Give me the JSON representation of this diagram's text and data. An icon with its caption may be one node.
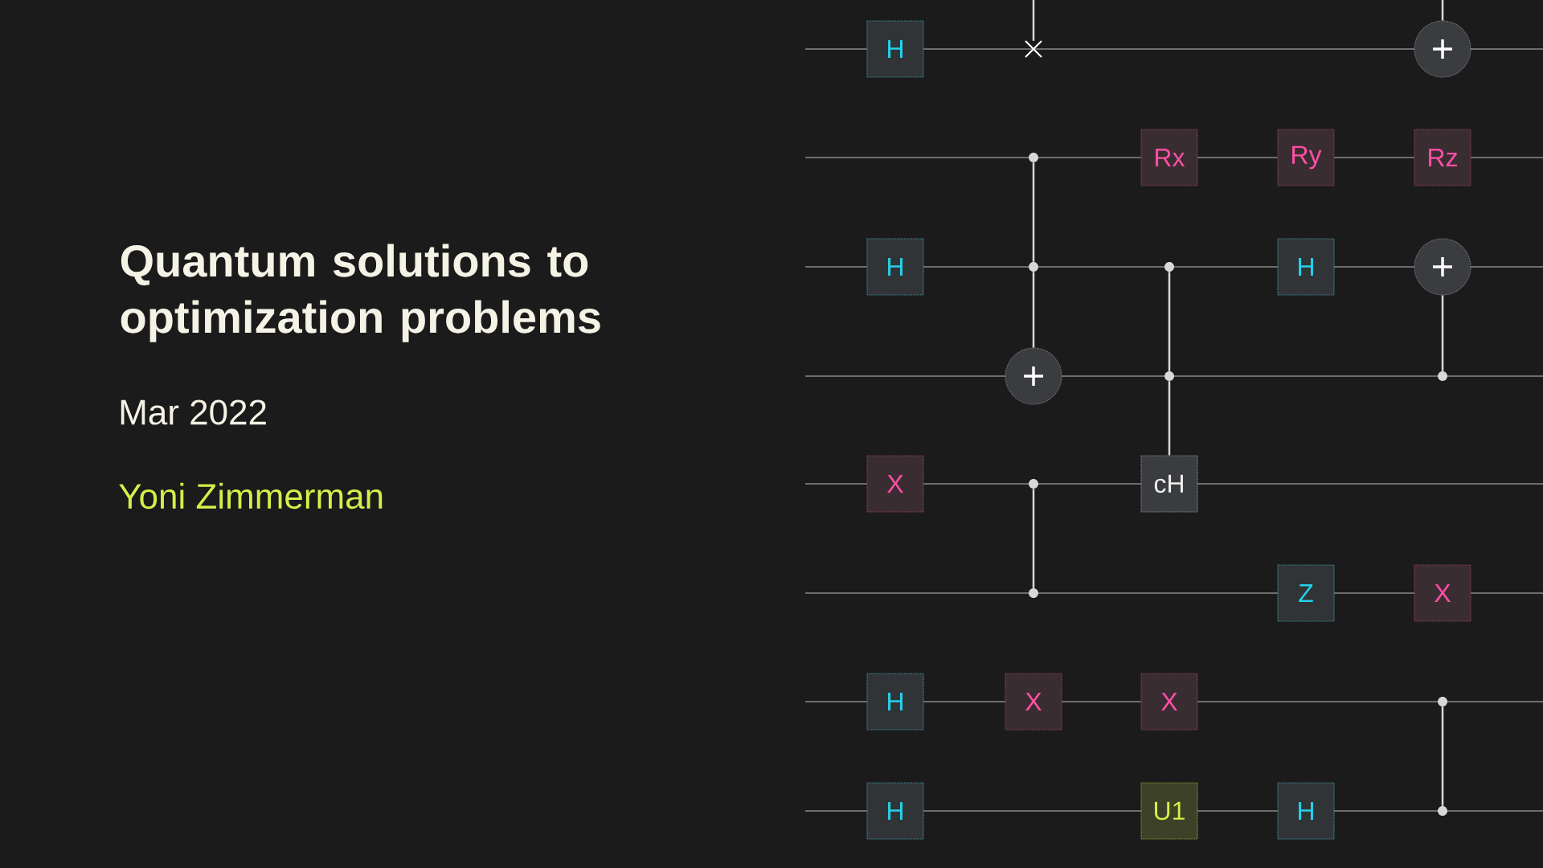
{
  "diagram": {
    "title": "Quantum solutions to optimization problems",
    "nodes": [
      {
        "text": [
          "H"
        ]
      },
      {
        "text": [],
        "shape": "cross"
      },
      {
        "text": [],
        "shape": "circle"
      },
      {
        "text": [],
        "shape": "dot"
      },
      {
        "text": [
          "Rx"
        ]
      },
      {
        "text": [
          "Ry"
        ]
      },
      {
        "text": [
          "Rz"
        ]
      },
      {
        "text": [
          "H"
        ]
      },
      {
        "text": [],
        "shape": "dot"
      },
      {
        "text": [],
        "shape": "dot"
      },
      {
        "text": [
          "H"
        ]
      },
      {
        "text": [],
        "shape": "circle"
      },
      {
        "text": [],
        "shape": "circle"
      },
      {
        "text": [],
        "shape": "dot"
      },
      {
        "text": [],
        "shape": "dot"
      },
      {
        "text": [
          "X"
        ]
      },
      {
        "text": [],
        "shape": "dot"
      },
      {
        "text": [
          "cH"
        ]
      },
      {
        "text": [],
        "shape": "dot"
      },
      {
        "text": [
          "Z"
        ]
      },
      {
        "text": [
          "X"
        ]
      },
      {
        "text": [
          "H"
        ]
      },
      {
        "text": [
          "X"
        ]
      },
      {
        "text": [
          "X"
        ]
      },
      {
        "text": [],
        "shape": "dot"
      },
      {
        "text": [
          "H"
        ]
      },
      {
        "text": [
          "U1"
        ]
      },
      {
        "text": [
          "H"
        ]
      },
      {
        "text": [],
        "shape": "dot"
      }
    ],
    "edges": [
      {
        "from": null,
        "to": 1,
        "arrow": "none"
      },
      {
        "from": null,
        "to": 2,
        "arrow": "none"
      },
      {
        "from": 3,
        "to": 8,
        "arrow": "none"
      },
      {
        "from": 8,
        "to": 12,
        "arrow": "none"
      },
      {
        "from": 9,
        "to": 13,
        "arrow": "none"
      },
      {
        "from": 13,
        "to": 17,
        "arrow": "none"
      },
      {
        "from": 11,
        "to": 14,
        "arrow": "none"
      },
      {
        "from": 16,
        "to": 18,
        "arrow": "none"
      },
      {
        "from": 24,
        "to": 28,
        "arrow": "none"
      }
    ],
    "labels": [
      "Mar 2022",
      "Yoni Zimmerman"
    ]
  }
}
